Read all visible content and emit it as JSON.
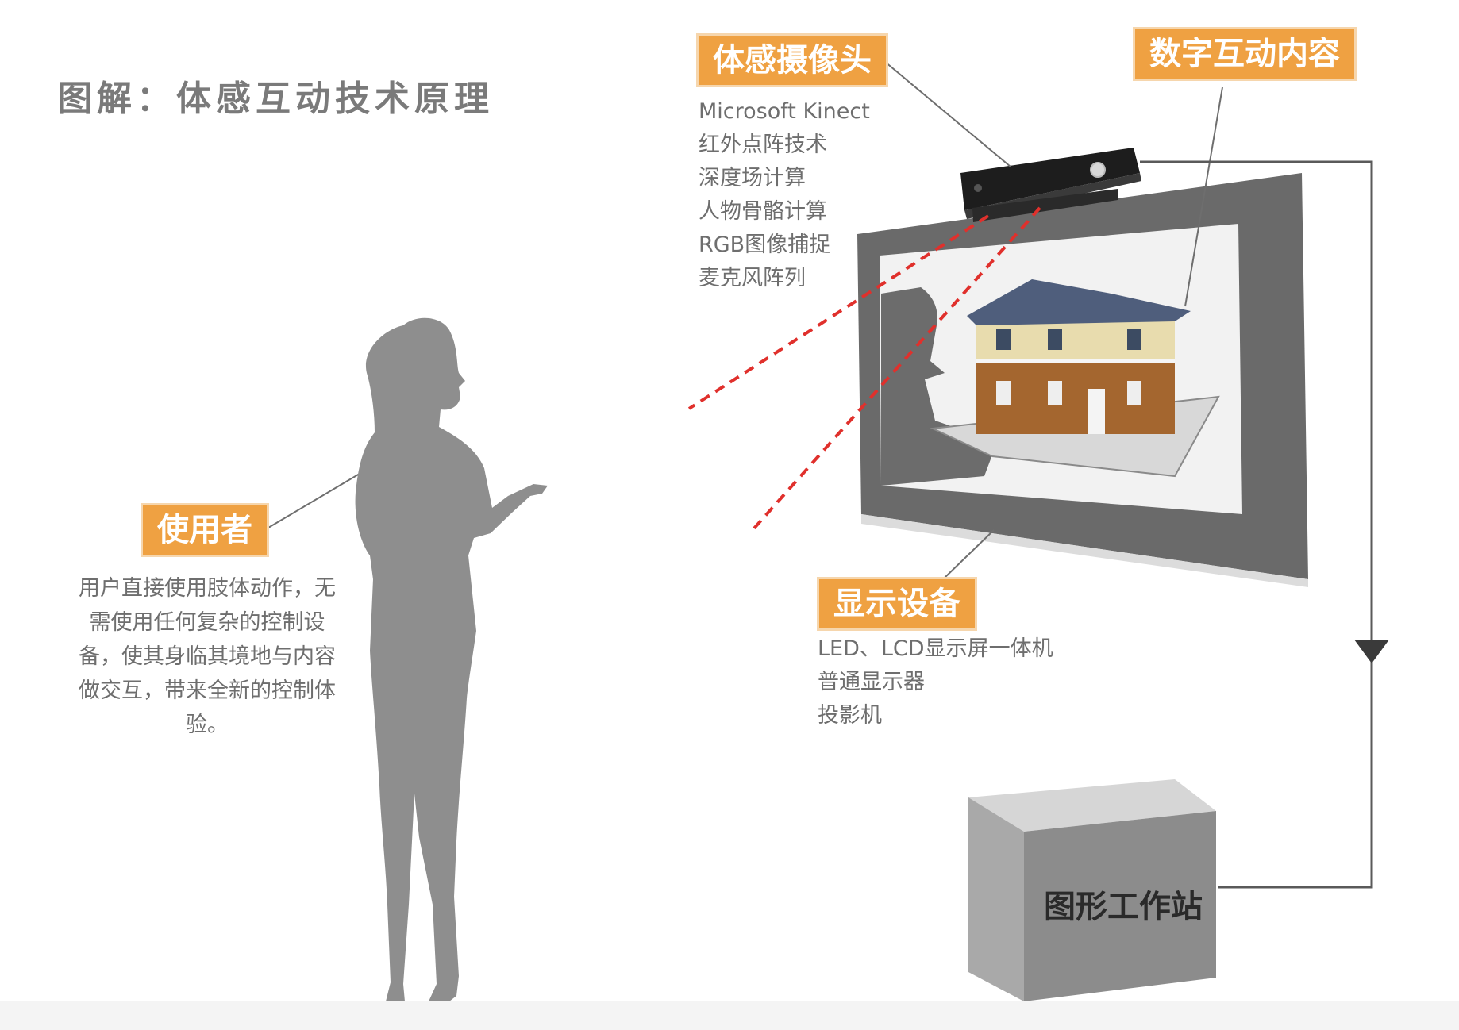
{
  "title": "图解：体感互动技术原理",
  "labels": {
    "camera": "体感摄像头",
    "content": "数字互动内容",
    "user": "使用者",
    "display": "显示设备",
    "workstation": "图形工作站"
  },
  "camera_features": [
    "Microsoft Kinect",
    "红外点阵技术",
    "深度场计算",
    "人物骨骼计算",
    "RGB图像捕捉",
    "麦克风阵列"
  ],
  "user_description": "用户直接使用肢体动作，无需使用任何复杂的控制设备，使其身临其境地与内容做交互，带来全新的控制体验。",
  "display_types": [
    "LED、LCD显示屏一体机",
    "普通显示器",
    "投影机"
  ],
  "colors": {
    "accent": "#efa142",
    "silhouette": "#8e8e8e",
    "sensing_line": "#e0302c",
    "text": "#6e6e6e"
  },
  "icons": [
    "person-silhouette",
    "kinect-sensor",
    "display-screen",
    "house-model",
    "workstation-box",
    "arrow-down-icon"
  ]
}
